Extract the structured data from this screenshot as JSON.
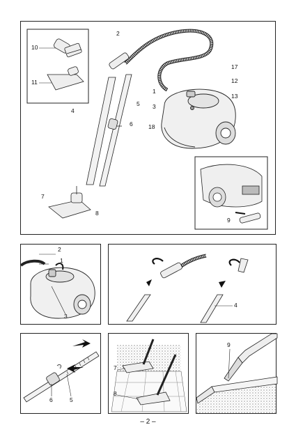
{
  "page_number": "– 2 –",
  "fig_main": {
    "callouts": [
      "2",
      "10",
      "11",
      "17",
      "12",
      "13",
      "1",
      "3",
      "4",
      "5",
      "6",
      "18",
      "7",
      "8",
      "9"
    ]
  },
  "fig_attach": {
    "callouts": [
      "2",
      "1",
      "3"
    ]
  },
  "fig_tube": {
    "callouts": [
      "4"
    ]
  },
  "fig_telescope": {
    "callouts": [
      "6",
      "5"
    ]
  },
  "fig_floor": {
    "callouts": [
      "7",
      "8"
    ]
  },
  "fig_crevice": {
    "callouts": [
      "9"
    ]
  }
}
